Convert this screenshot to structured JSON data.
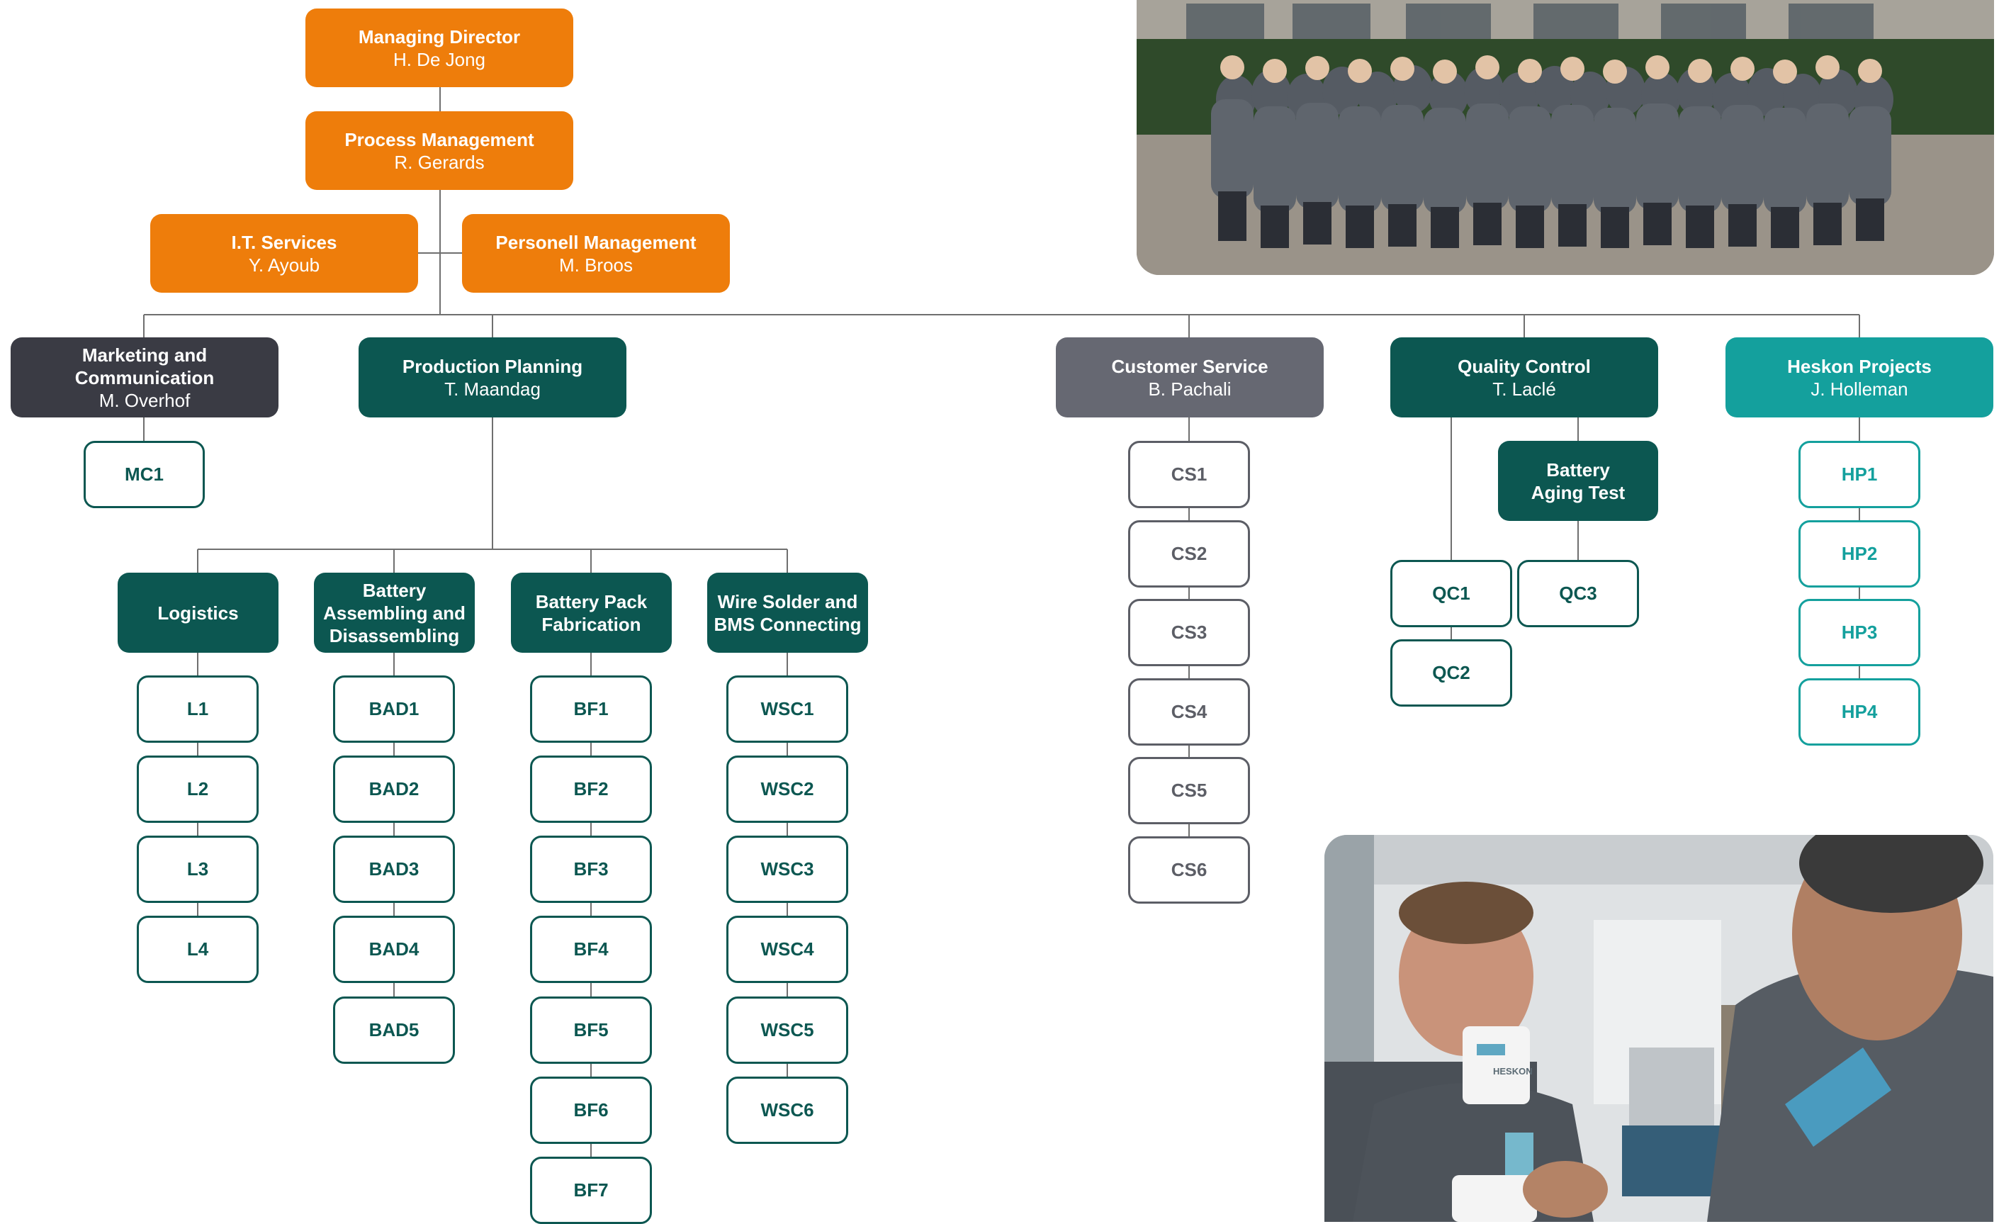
{
  "top": [
    {
      "title": "Managing Director",
      "name": "H. De Jong"
    },
    {
      "title": "Process Management",
      "name": "R. Gerards"
    },
    {
      "title": "I.T. Services",
      "name": "Y. Ayoub"
    },
    {
      "title": "Personell Management",
      "name": "M. Broos"
    }
  ],
  "departments": [
    {
      "title": "Marketing and Communication",
      "name": "M. Overhof",
      "units": [
        "MC1"
      ]
    },
    {
      "title": "Production Planning",
      "name": "T. Maandag"
    },
    {
      "title": "Customer Service",
      "name": "B. Pachali",
      "units": [
        "CS1",
        "CS2",
        "CS3",
        "CS4",
        "CS5",
        "CS6"
      ]
    },
    {
      "title": "Quality Control",
      "name": "T. Laclé",
      "units": [
        "QC1",
        "QC2",
        "QC3"
      ]
    },
    {
      "title": "Heskon Projects",
      "name": "J. Holleman",
      "units": [
        "HP1",
        "HP2",
        "HP3",
        "HP4"
      ]
    }
  ],
  "quality_sub": {
    "title": "Battery Aging Test"
  },
  "production_teams": [
    {
      "title": "Logistics",
      "units": [
        "L1",
        "L2",
        "L3",
        "L4"
      ]
    },
    {
      "title": "Battery Assembling and Disassembling",
      "units": [
        "BAD1",
        "BAD2",
        "BAD3",
        "BAD4",
        "BAD5"
      ]
    },
    {
      "title": "Battery Pack Fabrication",
      "units": [
        "BF1",
        "BF2",
        "BF3",
        "BF4",
        "BF5",
        "BF6",
        "BF7"
      ]
    },
    {
      "title": "Wire Solder and BMS Connecting",
      "units": [
        "WSC1",
        "WSC2",
        "WSC3",
        "WSC4",
        "WSC5",
        "WSC6"
      ]
    }
  ],
  "mug_text": "HESKON",
  "colors": {
    "orange": "#ee7d0b",
    "dark_teal": "#0c5751",
    "dark_gray": "#3a3b44",
    "mid_gray": "#666872",
    "teal": "#14a09d",
    "connector": "#6f6f6f"
  }
}
